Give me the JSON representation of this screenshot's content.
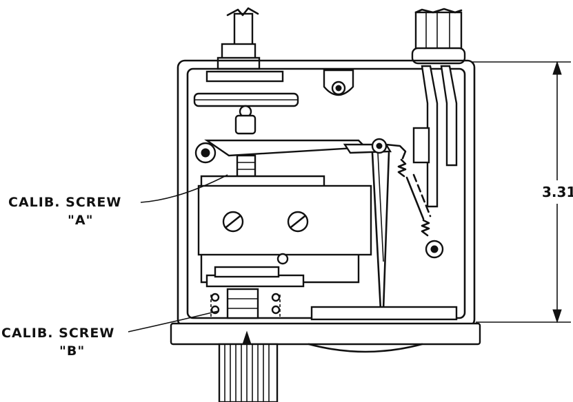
{
  "labels": {
    "screw_a_line1": "CALIB. SCREW",
    "screw_a_line2": "\"A\"",
    "screw_b_line1": "CALIB. SCREW",
    "screw_b_line2": "\"B\"",
    "dimension": "3.31"
  }
}
